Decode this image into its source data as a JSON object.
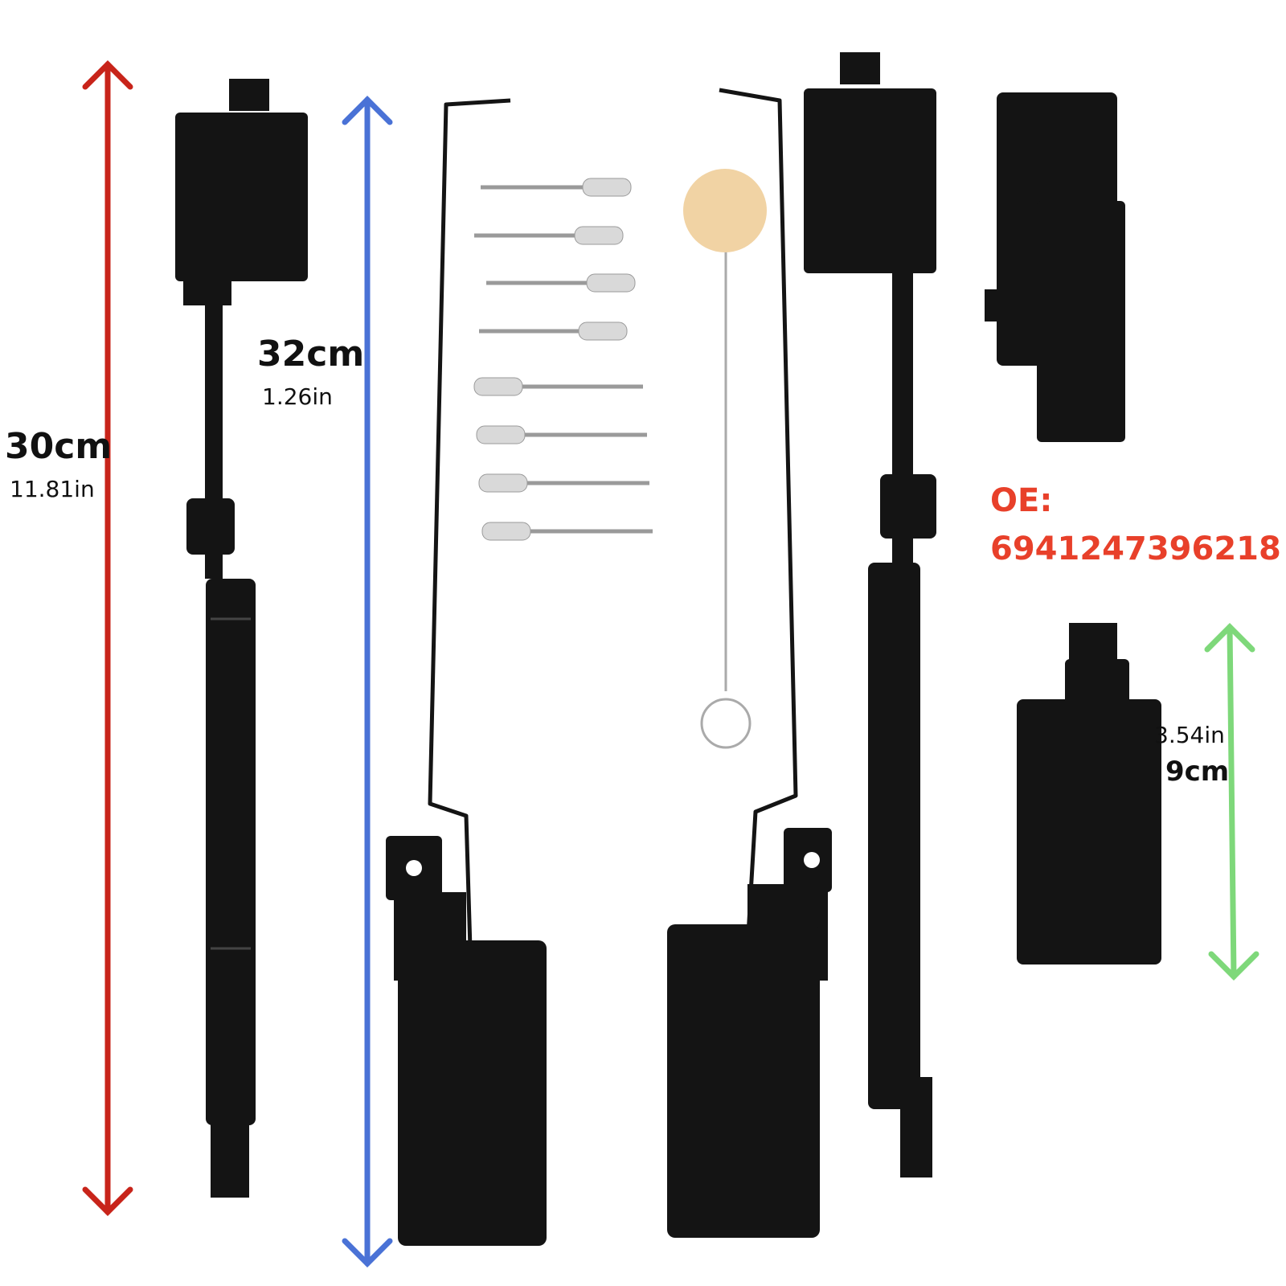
{
  "colors": {
    "red_arrow": "#c8241a",
    "blue_arrow": "#4a72d6",
    "green_arrow": "#7ed87a",
    "oe_text": "#e8402a",
    "part": "#141414",
    "sponge": "#f1d3a4"
  },
  "dimensions": {
    "length_a": {
      "cm": "30cm",
      "inch": "11.81in"
    },
    "length_b": {
      "cm": "32cm",
      "inch": "1.26in"
    },
    "length_c": {
      "cm": "9cm",
      "inch": "3.54in"
    }
  },
  "oe": {
    "label": "OE:",
    "number": "6941247396218"
  }
}
